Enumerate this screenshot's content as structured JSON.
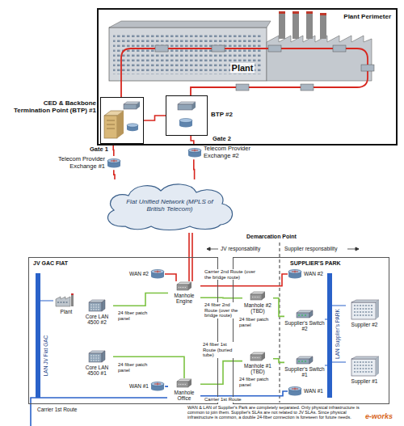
{
  "diagram": {
    "nodes": [
      {
        "text": [
          "Plant Perimeter"
        ]
      },
      {
        "text": [
          "Plant"
        ],
        "in": 0
      },
      {
        "text": [
          "CED & Backbone Termination Point (BTP) #1"
        ],
        "in": 0
      },
      {
        "text": [
          "BTP #2"
        ],
        "in": 0
      },
      {
        "text": [
          "Telecom Provider Exchange #1"
        ]
      },
      {
        "text": [
          "Telecom Provider Exchange #2"
        ]
      },
      {
        "text": [
          "Fiat Unified Network (MPLS of British Telecom)"
        ]
      },
      {
        "text": [
          "JV GAC FIAT"
        ]
      },
      {
        "text": [
          "SUPPLIER'S PARK"
        ]
      },
      {
        "text": [
          "WAN #2"
        ],
        "in": 7
      },
      {
        "text": [
          "Core LAN 4500 #2"
        ],
        "in": 7
      },
      {
        "text": [
          "Manhole Engine"
        ],
        "in": 7
      },
      {
        "text": [
          "Core LAN 4500 #1"
        ],
        "in": 7
      },
      {
        "text": [
          "WAN #1"
        ],
        "in": 7
      },
      {
        "text": [
          "Manhole Office"
        ],
        "in": 7
      },
      {
        "text": [
          "Plant"
        ],
        "in": 7
      },
      {
        "text": [
          "Manhole #2 (TBD)"
        ],
        "in": 8
      },
      {
        "text": [
          "Supplier's Switch #2"
        ],
        "in": 8
      },
      {
        "text": [
          "WAN #2"
        ],
        "in": 8
      },
      {
        "text": [
          "Supplier #2"
        ],
        "in": 8
      },
      {
        "text": [
          "Manhole #1 (TBD)"
        ],
        "in": 8
      },
      {
        "text": [
          "Supplier's Switch #1"
        ],
        "in": 8
      },
      {
        "text": [
          "WAN #1"
        ],
        "in": 8
      },
      {
        "text": [
          "Supplier #1"
        ],
        "in": 8
      }
    ],
    "edges": [
      {
        "from": 2,
        "to": 4,
        "arrow": "none",
        "label": "Gate 1"
      },
      {
        "from": 3,
        "to": 5,
        "arrow": "none",
        "label": "Gate 2"
      },
      {
        "from": 4,
        "to": 6,
        "arrow": "none"
      },
      {
        "from": 5,
        "to": 6,
        "arrow": "none"
      },
      {
        "from": 9,
        "to": 11,
        "arrow": "none"
      },
      {
        "from": 10,
        "to": 11,
        "arrow": "none"
      },
      {
        "from": 11,
        "to": 16,
        "arrow": "none",
        "label": "24 fiber 2nd Route (over the bridge route)"
      },
      {
        "from": 11,
        "to": 18,
        "arrow": "none",
        "label": "Carrier 2nd Route (over the bridge route)"
      },
      {
        "from": 16,
        "to": 17,
        "arrow": "none"
      },
      {
        "from": 13,
        "to": 14,
        "arrow": "none"
      },
      {
        "from": 12,
        "to": 14,
        "arrow": "none"
      },
      {
        "from": 14,
        "to": 20,
        "arrow": "none",
        "label": "24 fiber 1st Route (buried tube)"
      },
      {
        "from": 14,
        "to": 22,
        "arrow": "none",
        "label": "Carrier 1st Route"
      },
      {
        "from": 20,
        "to": 21,
        "arrow": "none"
      },
      {
        "from": 2,
        "to": 3,
        "arrow": "none"
      }
    ],
    "labels": [
      "Demarcation Point",
      "JV responsability",
      "Supplier responsability",
      "LAN JV Fiat GAC",
      "24 fiber patch panel",
      "24 fiber patch panel",
      "24 fiber patch panel",
      "24 fiber patch panel",
      "LAN Supplier's PARK",
      "Carrier 1st Route",
      "WAN & LAN of Supplier's Park are completely separated. Only physical infrastructure is common to join them. Supplier's SLAs are not related to JV SLAs. Since physical infrastructure is common, a double 24-fiber connection is foreseen for future needs.",
      "e-works"
    ]
  }
}
